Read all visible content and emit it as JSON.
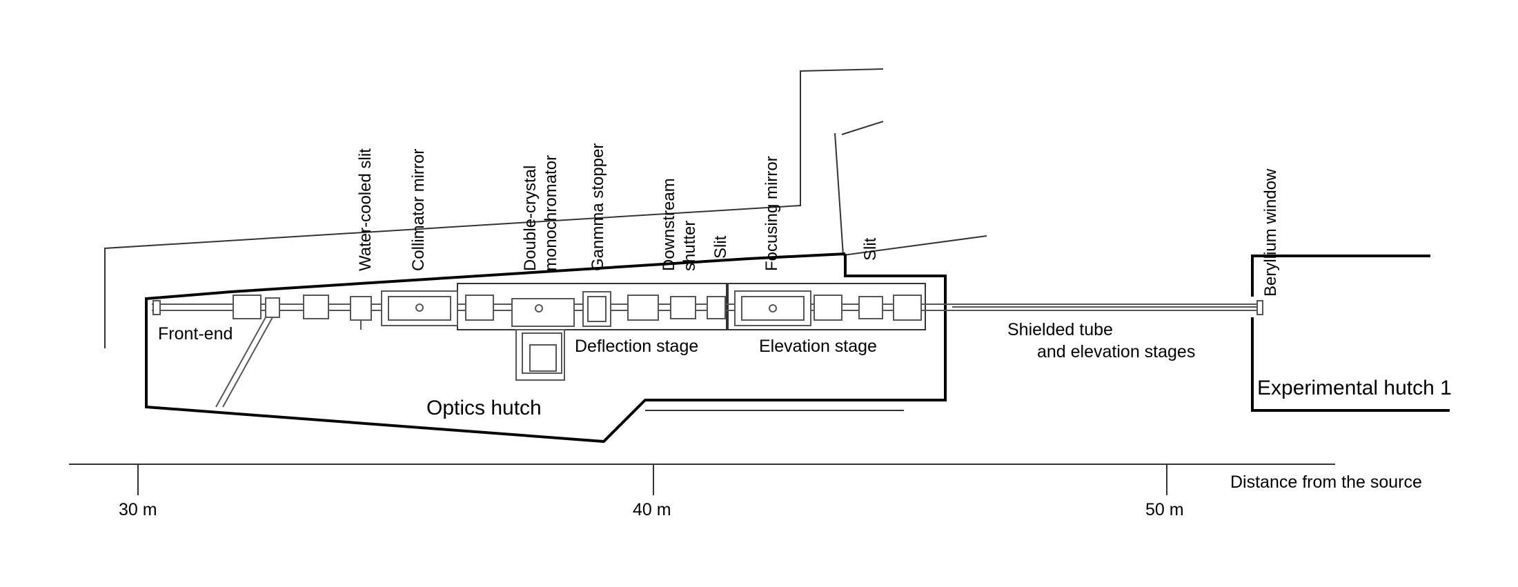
{
  "labels": {
    "water_cooled_slit": "Water-cooled slit",
    "collimator_mirror": "Collimator mirror",
    "dcm_line1": "Double-crystal",
    "dcm_line2": "monochromator",
    "gamma_stopper": "Ganmma stopper",
    "shutter_line1": "Downstream",
    "shutter_line2": "shutter",
    "slit_1": "Slit",
    "focusing_mirror": "Focusing mirror",
    "slit_2": "Slit",
    "beryllium_window": "Beryllium window",
    "front_end": "Front-end",
    "deflection_stage": "Deflection stage",
    "elevation_stage": "Elevation stage",
    "shielded_line1": "Shielded tube",
    "shielded_line2": "and elevation stages",
    "optics_hutch": "Optics hutch",
    "experimental_hutch": "Experimental hutch 1",
    "distance_caption": "Distance from the source"
  },
  "axis": {
    "ticks": [
      "30 m",
      "40 m",
      "50 m"
    ]
  },
  "colors": {
    "line": "#000000",
    "thin": "#333333",
    "component": "#555555"
  }
}
